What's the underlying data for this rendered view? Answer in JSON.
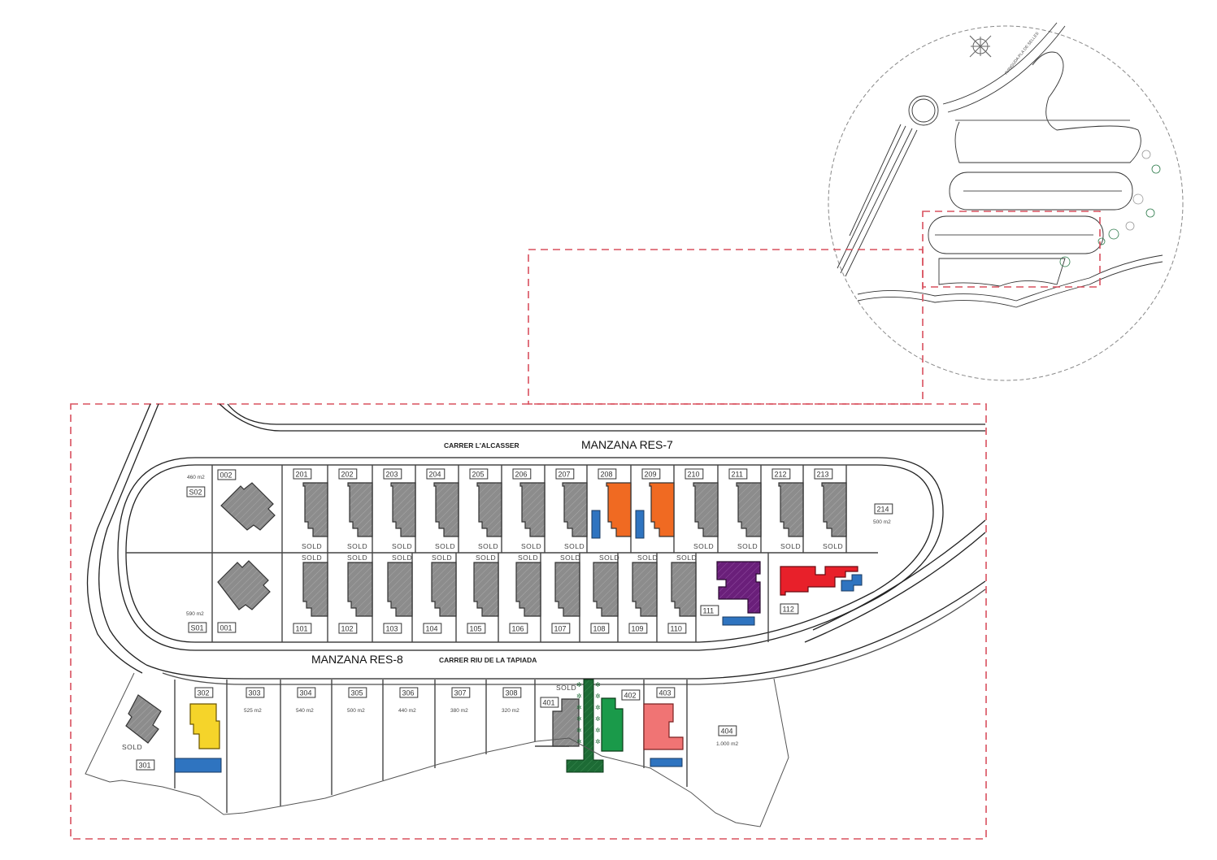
{
  "title": "Site plan - Manzana RES-7 / RES-8",
  "colors": {
    "frame": "#d9505e",
    "sold_grey": "#8c8c8c",
    "orange": "#f06a22",
    "blue_pool": "#2f74c0",
    "purple": "#6a1f7a",
    "red": "#e8202a",
    "yellow": "#f5d42a",
    "green": "#1a9a4a",
    "dark_green": "#1d6b35",
    "salmon": "#f07474"
  },
  "streets": {
    "north": "CARRER L'ALCASSER",
    "south": "CARRER RIU DE LA TAPIADA",
    "inset_avenue": "AVINGUDA PLA DE SELLES"
  },
  "blocks": {
    "res7": "MANZANA RES-7",
    "res8": "MANZANA RES-8"
  },
  "res7_north_row": [
    {
      "id": "S02",
      "area": "460 m2",
      "status": "",
      "color": "none"
    },
    {
      "id": "002",
      "area": "",
      "status": "",
      "color": "grey"
    },
    {
      "id": "201",
      "status": "SOLD",
      "color": "grey"
    },
    {
      "id": "202",
      "status": "SOLD",
      "color": "grey"
    },
    {
      "id": "203",
      "status": "SOLD",
      "color": "grey"
    },
    {
      "id": "204",
      "status": "SOLD",
      "color": "grey"
    },
    {
      "id": "205",
      "status": "SOLD",
      "color": "grey"
    },
    {
      "id": "206",
      "status": "SOLD",
      "color": "grey"
    },
    {
      "id": "207",
      "status": "SOLD",
      "color": "grey"
    },
    {
      "id": "208",
      "status": "",
      "color": "orange",
      "pool": true
    },
    {
      "id": "209",
      "status": "",
      "color": "orange",
      "pool": true
    },
    {
      "id": "210",
      "status": "SOLD",
      "color": "grey"
    },
    {
      "id": "211",
      "status": "SOLD",
      "color": "grey"
    },
    {
      "id": "212",
      "status": "SOLD",
      "color": "grey"
    },
    {
      "id": "213",
      "status": "SOLD",
      "color": "grey"
    },
    {
      "id": "214",
      "area": "500 m2",
      "status": "",
      "color": "none"
    }
  ],
  "res8_south_row": [
    {
      "id": "S01",
      "area": "590 m2",
      "status": "",
      "color": "none"
    },
    {
      "id": "001",
      "status": "",
      "color": "grey"
    },
    {
      "id": "101",
      "status": "SOLD",
      "color": "grey"
    },
    {
      "id": "102",
      "status": "SOLD",
      "color": "grey"
    },
    {
      "id": "103",
      "status": "SOLD",
      "color": "grey"
    },
    {
      "id": "104",
      "status": "SOLD",
      "color": "grey"
    },
    {
      "id": "105",
      "status": "SOLD",
      "color": "grey"
    },
    {
      "id": "106",
      "status": "SOLD",
      "color": "grey"
    },
    {
      "id": "107",
      "status": "SOLD",
      "color": "grey"
    },
    {
      "id": "108",
      "status": "SOLD",
      "color": "grey"
    },
    {
      "id": "109",
      "status": "SOLD",
      "color": "grey"
    },
    {
      "id": "110",
      "status": "SOLD",
      "color": "grey"
    },
    {
      "id": "111",
      "status": "",
      "color": "purple",
      "pool": true
    },
    {
      "id": "112",
      "status": "",
      "color": "red",
      "pool": true
    }
  ],
  "lower_row": [
    {
      "id": "301",
      "status": "SOLD",
      "color": "grey"
    },
    {
      "id": "302",
      "status": "",
      "color": "yellow",
      "pool": true
    },
    {
      "id": "303",
      "area": "525 m2",
      "color": "none"
    },
    {
      "id": "304",
      "area": "540 m2",
      "color": "none"
    },
    {
      "id": "305",
      "area": "500 m2",
      "color": "none"
    },
    {
      "id": "306",
      "area": "440 m2",
      "color": "none"
    },
    {
      "id": "307",
      "area": "380 m2",
      "color": "none"
    },
    {
      "id": "308",
      "area": "320 m2",
      "color": "none"
    },
    {
      "id": "401",
      "status": "SOLD",
      "color": "grey"
    },
    {
      "id": "402",
      "status": "",
      "color": "green"
    },
    {
      "id": "403",
      "status": "",
      "color": "salmon",
      "pool": true
    },
    {
      "id": "404",
      "area": "1.000 m2",
      "color": "none"
    }
  ],
  "sold_label": "SOLD"
}
